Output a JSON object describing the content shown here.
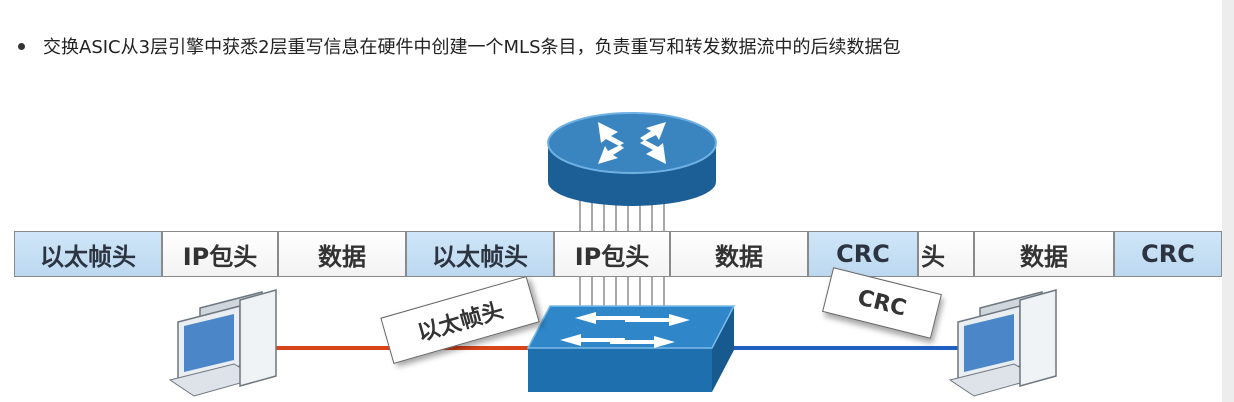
{
  "bullet": {
    "text": "交换ASIC从3层引擎中获悉2层重写信息在硬件中创建一个MLS条目，负责重写和转发数据流中的后续数据包"
  },
  "frames": {
    "cells": [
      {
        "label": "以太帧头",
        "style": "blue"
      },
      {
        "label": "IP包头",
        "style": "plain"
      },
      {
        "label": "数据",
        "style": "plain"
      },
      {
        "label": "以太帧头",
        "style": "blue"
      },
      {
        "label": "IP包头",
        "style": "plain"
      },
      {
        "label": "数据",
        "style": "plain"
      },
      {
        "label": "CRC",
        "style": "blue"
      },
      {
        "label": "头",
        "style": "plain"
      },
      {
        "label": "数据",
        "style": "plain"
      },
      {
        "label": "CRC",
        "style": "blue"
      }
    ]
  },
  "tags": {
    "left": "以太帧头",
    "right": "CRC"
  },
  "icons": [
    "router-icon",
    "switch-icon",
    "pc-left-icon",
    "pc-right-icon"
  ],
  "colors": {
    "left_link": "#d9441a",
    "right_link": "#1f5fbf",
    "router_top": "#3a84c0",
    "switch_top": "#2f86c8"
  }
}
